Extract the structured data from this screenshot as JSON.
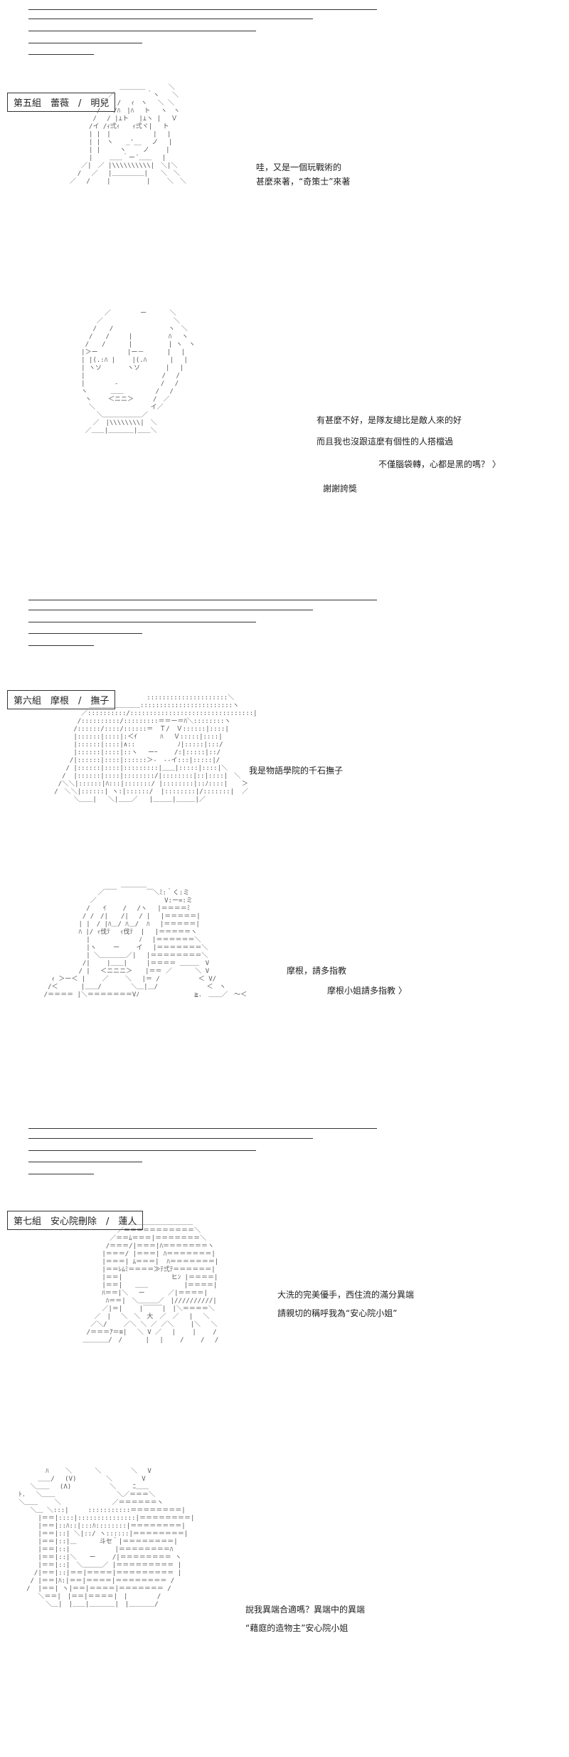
{
  "sections": [
    {
      "label": "第五組　蕾薇　/　明兒",
      "panels": [
        {
          "lines": [
            "哇，又是一個玩戰術的",
            "甚麼來著，“奇策士”來著"
          ]
        },
        {
          "lines": [
            "有甚麼不好，是隊友總比是敵人來的好",
            "而且我也沒跟這麼有個性的人搭檔過",
            "不僅腦袋轉，心都是黑的嗎？ 〉",
            "謝謝誇獎"
          ]
        }
      ]
    },
    {
      "label": "第六組　摩根　/　撫子",
      "panels": [
        {
          "lines": [
            "我是物語學院的千石撫子"
          ]
        },
        {
          "lines": [
            "摩根，請多指教",
            "摩根小姐請多指教 〉"
          ]
        }
      ]
    },
    {
      "label": "第七組　安心院刪除　/　蓮人",
      "panels": [
        {
          "lines": [
            "大洗的完美優手，西住流的滿分異端",
            "請親切的稱呼我為“安心院小姐”"
          ]
        },
        {
          "lines": [
            "說我異端合適嗎？異端中的異端",
            "“藉庭的造物主”安心院小姐"
          ]
        }
      ]
    }
  ]
}
